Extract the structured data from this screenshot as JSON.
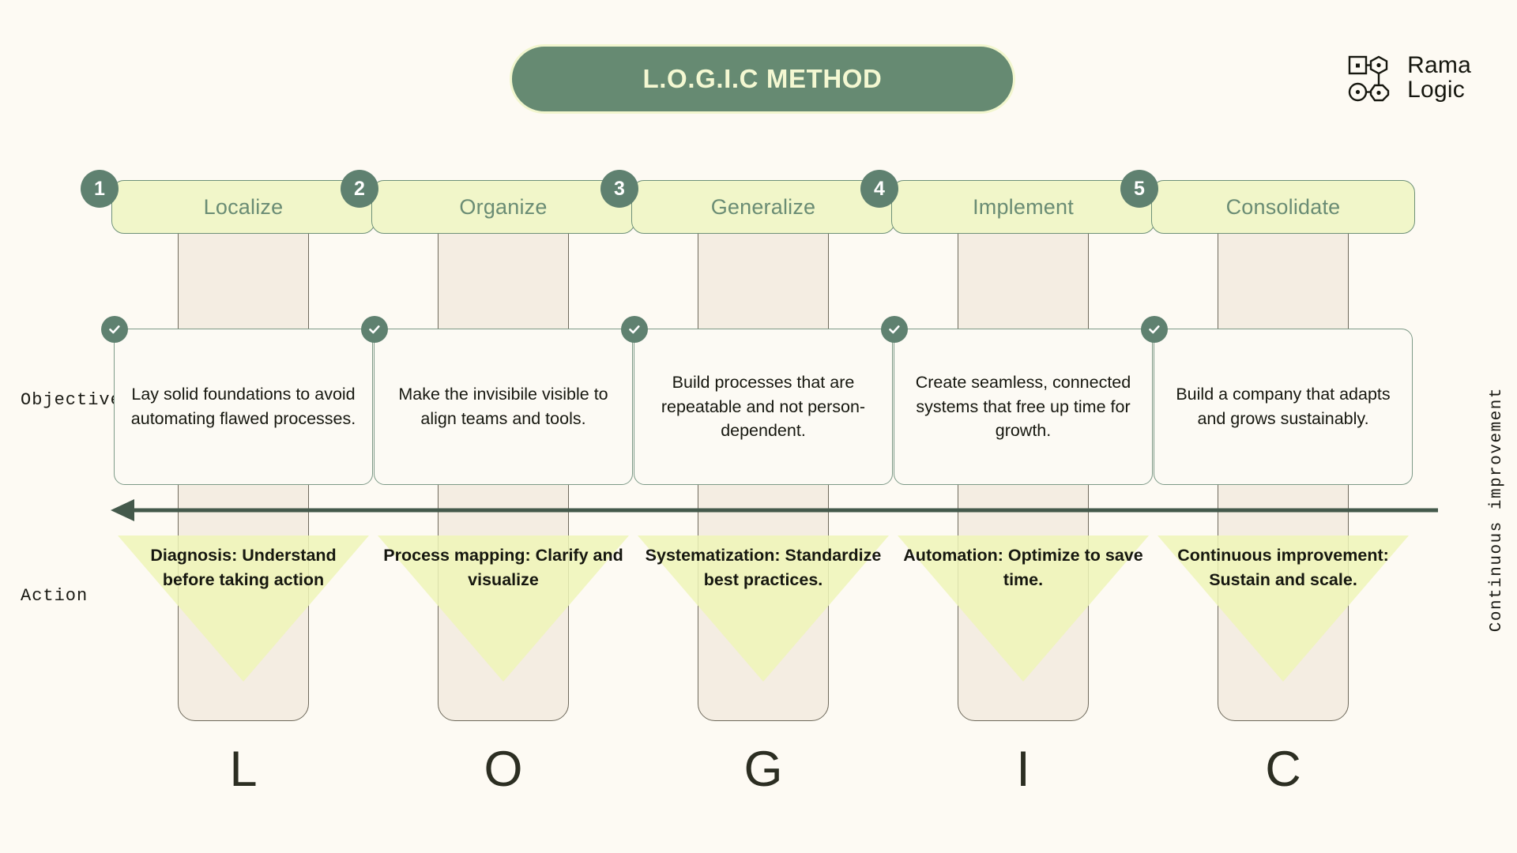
{
  "header": {
    "title": "L.O.G.I.C METHOD",
    "logo": {
      "line1": "Rama",
      "line2": "Logic",
      "icon": "rama-logic-nodes-icon"
    }
  },
  "row_labels": {
    "objective": "Objective",
    "action": "Action",
    "continuous": "Continuous improvement"
  },
  "steps": [
    {
      "number": "1",
      "label": "Localize",
      "letter": "L",
      "objective": "Lay solid foundations to avoid automating flawed processes.",
      "action": "Diagnosis: Understand before taking action"
    },
    {
      "number": "2",
      "label": "Organize",
      "letter": "O",
      "objective": "Make the invisibile visible to align teams and tools.",
      "action": "Process mapping: Clarify and visualize"
    },
    {
      "number": "3",
      "label": "Generalize",
      "letter": "G",
      "objective": "Build processes that are repeatable and not person-dependent.",
      "action": "Systematization: Standardize best practices."
    },
    {
      "number": "4",
      "label": "Implement",
      "letter": "I",
      "objective": "Create seamless, connected systems that free up time for growth.",
      "action": "Automation: Optimize to save time."
    },
    {
      "number": "5",
      "label": "Consolidate",
      "letter": "C",
      "objective": "Build a company that adapts and grows sustainably.",
      "action": "Continuous improvement: Sustain and scale."
    }
  ],
  "colors": {
    "page_background": "#FDFAF3",
    "banner_green": "#668A72",
    "banner_text": "#F4F8D2",
    "pill_yellow": "#F1F6C9",
    "pill_border_green": "#6E9178",
    "pill_text_green": "#6A8C74",
    "column_beige": "#F4EDE2",
    "card_border": "#7D9A87",
    "badge_green": "#5F8170",
    "triangle_yellow": "#EEF5B7",
    "arrow_green": "#44594B",
    "text_dark": "#16170F"
  }
}
